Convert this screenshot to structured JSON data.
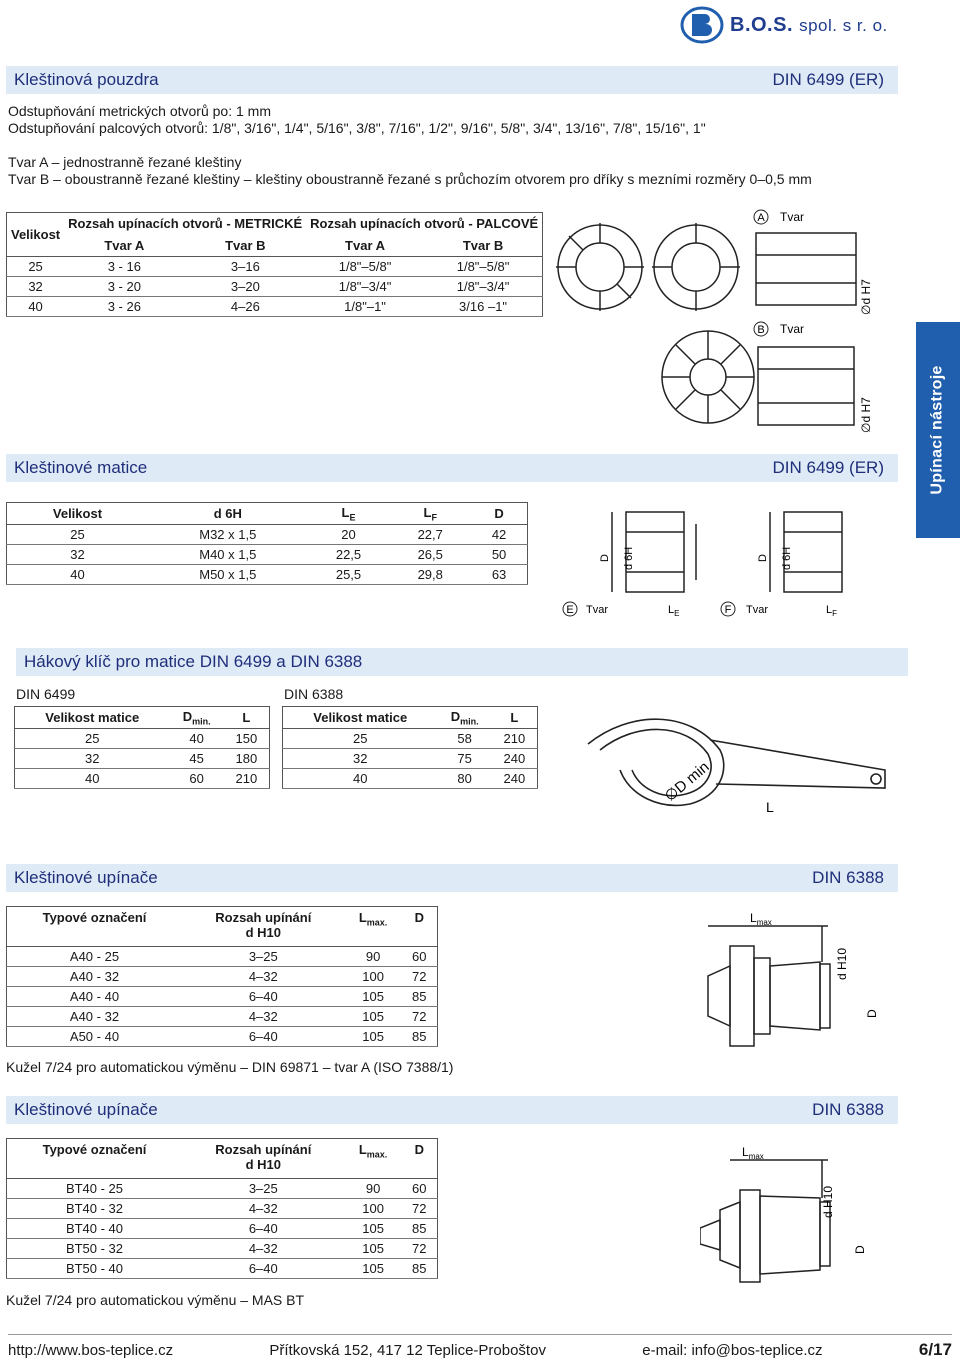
{
  "brand": {
    "name": "B.O.S.",
    "suffix": "spol. s r. o."
  },
  "side_tab": "Upínací nástroje",
  "sec1": {
    "title": "Kleštinová pouzdra",
    "din": "DIN 6499 (ER)",
    "lines": [
      "Odstupňování metrických otvorů po: 1 mm",
      "Odstupňování palcových otvorů: 1/8\", 3/16\", 1/4\", 5/16\", 3/8\", 7/16\", 1/2\", 9/16\", 5/8\", 3/4\", 13/16\", 7/8\", 15/16\", 1\"",
      "",
      "Tvar A – jednostranně řezané kleštiny",
      "Tvar B – oboustranně řezané kleštiny – kleštiny oboustranně řezané s průchozím otvorem pro dříky s mezními rozměry 0–0,5 mm"
    ],
    "table": {
      "h_velikost": "Velikost",
      "h_metric": "Rozsah upínacích otvorů - METRICKÉ",
      "h_palc": "Rozsah upínacích otvorů - PALCOVÉ",
      "h_tvara": "Tvar A",
      "h_tvarb": "Tvar B",
      "rows": [
        [
          "25",
          "3 - 16",
          "3–16",
          "1/8\"–5/8\"",
          "1/8\"–5/8\""
        ],
        [
          "32",
          "3 - 20",
          "3–20",
          "1/8\"–3/4\"",
          "1/8\"–3/4\""
        ],
        [
          "40",
          "3 - 26",
          "4–26",
          "1/8\"–1\"",
          "3/16 –1\""
        ]
      ]
    },
    "fig_a": "A",
    "fig_b": "B",
    "fig_tvar": "Tvar",
    "fig_dh7": "∅d H7"
  },
  "sec2": {
    "title": "Kleštinové matice",
    "din": "DIN 6499 (ER)",
    "table": {
      "h": [
        "Velikost",
        "d 6H",
        "L",
        "L",
        "D"
      ],
      "h_sub": [
        "",
        "",
        "E",
        "F",
        ""
      ],
      "rows": [
        [
          "25",
          "M32 x 1,5",
          "20",
          "22,7",
          "42"
        ],
        [
          "32",
          "M40 x 1,5",
          "22,5",
          "26,5",
          "50"
        ],
        [
          "40",
          "M50 x 1,5",
          "25,5",
          "29,8",
          "63"
        ]
      ]
    },
    "fig_e": "E",
    "fig_f": "F",
    "fig_tvar": "Tvar",
    "fig_d": "D",
    "fig_d6h": "d 6H",
    "fig_l": "L",
    "fig_le": "E",
    "fig_lf": "F"
  },
  "sec3": {
    "title": "Hákový klíč pro matice DIN 6499 a DIN 6388",
    "left_caption": "DIN 6499",
    "right_caption": "DIN 6388",
    "h": [
      "Velikost matice",
      "D",
      "L"
    ],
    "h_sub": "min.",
    "left_rows": [
      [
        "25",
        "40",
        "150"
      ],
      [
        "32",
        "45",
        "180"
      ],
      [
        "40",
        "60",
        "210"
      ]
    ],
    "right_rows": [
      [
        "25",
        "58",
        "210"
      ],
      [
        "32",
        "75",
        "240"
      ],
      [
        "40",
        "80",
        "240"
      ]
    ],
    "fig_dmin": "∅D min",
    "fig_l": "L"
  },
  "sec4": {
    "title": "Kleštinové upínače",
    "din": "DIN 6388",
    "h": [
      "Typové označení",
      "Rozsah upínání",
      "L",
      "D"
    ],
    "h_line2": "d H10",
    "h_sub": "max.",
    "rows": [
      [
        "A40 - 25",
        "3–25",
        "90",
        "60"
      ],
      [
        "A40 - 32",
        "4–32",
        "100",
        "72"
      ],
      [
        "A40 - 40",
        "6–40",
        "105",
        "85"
      ],
      [
        "A40 - 32",
        "4–32",
        "105",
        "72"
      ],
      [
        "A50 - 40",
        "6–40",
        "105",
        "85"
      ]
    ],
    "note": "Kužel 7/24 pro automatickou výměnu – DIN 69871 – tvar A (ISO 7388/1)",
    "fig_lmax": "L",
    "fig_lmax_sub": "max",
    "fig_dh10": "d H10",
    "fig_d": "D"
  },
  "sec5": {
    "title": "Kleštinové upínače",
    "din": "DIN 6388",
    "h": [
      "Typové označení",
      "Rozsah upínání",
      "L",
      "D"
    ],
    "h_line2": "d H10",
    "h_sub": "max.",
    "rows": [
      [
        "BT40 - 25",
        "3–25",
        "90",
        "60"
      ],
      [
        "BT40 - 32",
        "4–32",
        "100",
        "72"
      ],
      [
        "BT40 - 40",
        "6–40",
        "105",
        "85"
      ],
      [
        "BT50 - 32",
        "4–32",
        "105",
        "72"
      ],
      [
        "BT50 - 40",
        "6–40",
        "105",
        "85"
      ]
    ],
    "note": "Kužel 7/24 pro automatickou výměnu – MAS BT",
    "fig_lmax": "L",
    "fig_lmax_sub": "max",
    "fig_dh10": "d H10",
    "fig_d": "D"
  },
  "footer": {
    "web": "http://www.bos-teplice.cz",
    "address": "Přítkovská 152, 417 12 Teplice-Proboštov",
    "email": "e-mail: info@bos-teplice.cz",
    "page": "6/17"
  }
}
